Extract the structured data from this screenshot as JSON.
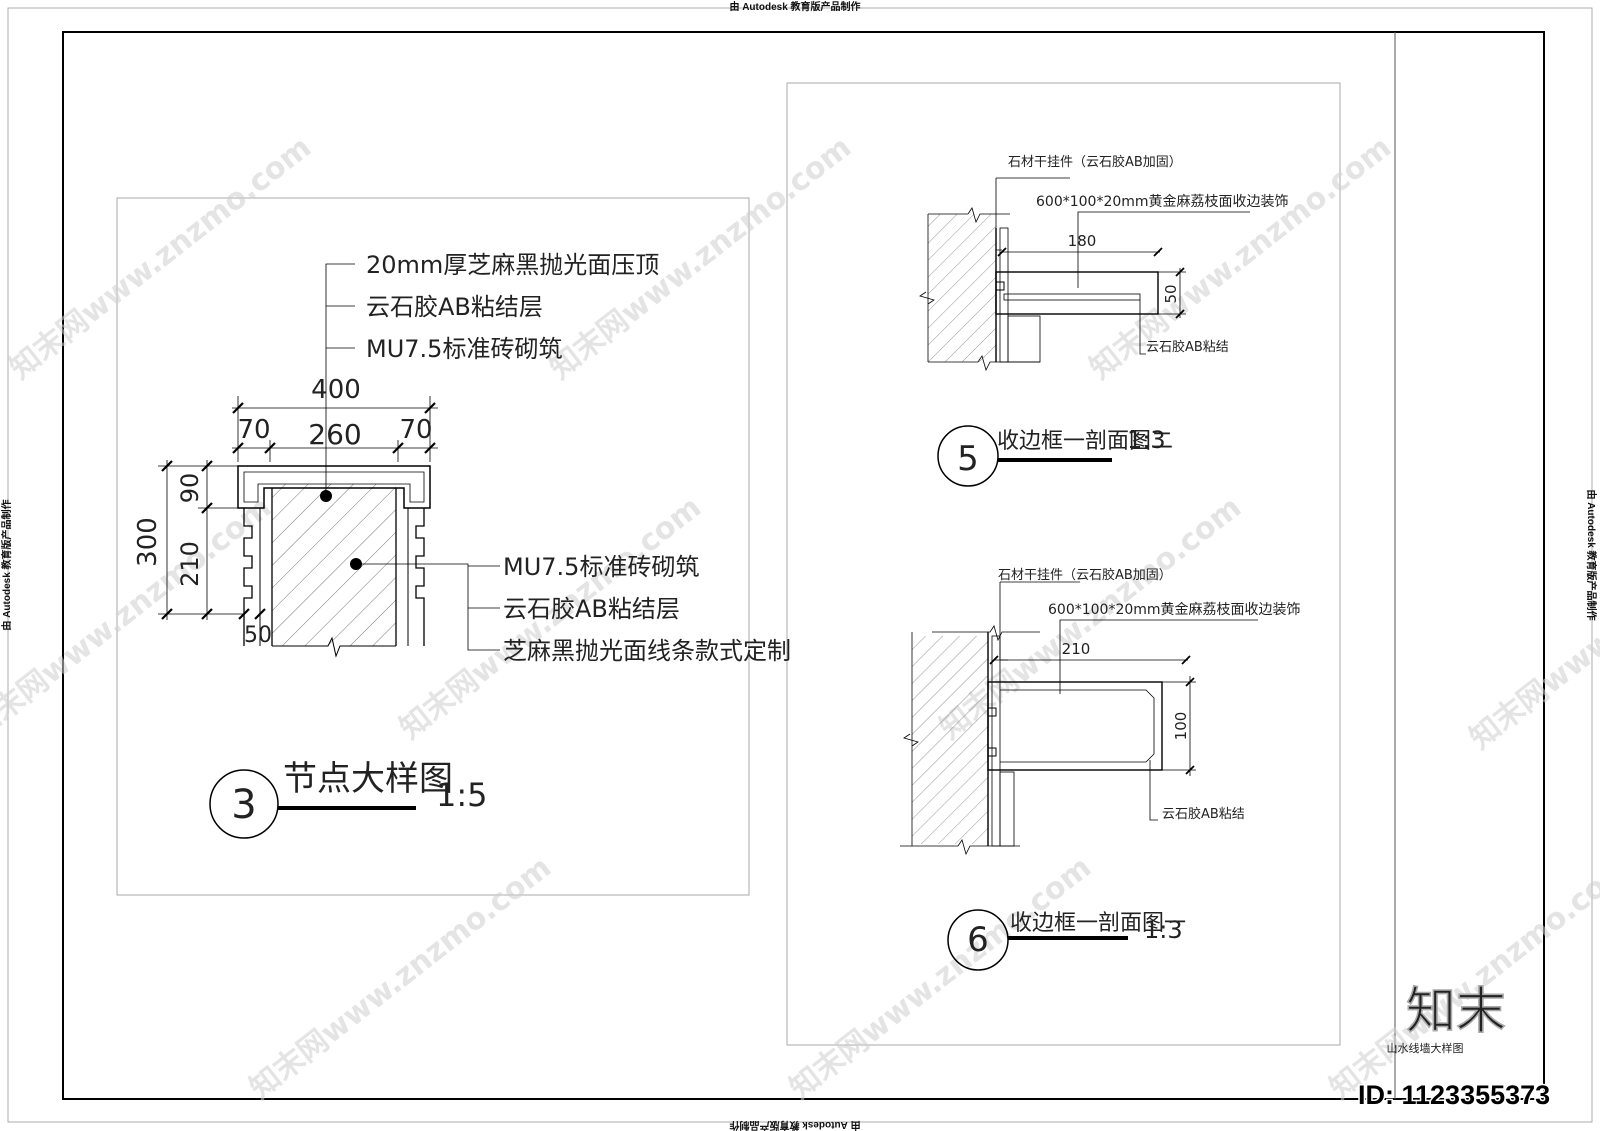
{
  "autodesk_notice": "由 Autodesk 教育版产品制作",
  "watermark": "知末网www.znzmo.com",
  "logo_text": "知末",
  "sheet_title": "山水线墙大样图",
  "id_label": "ID: 1123355373",
  "detail3": {
    "number": "3",
    "title": "节点大样图",
    "scale": "1:5",
    "callouts_top": [
      "20mm厚芝麻黑抛光面压顶",
      "云石胶AB粘结层",
      "MU7.5标准砖砌筑"
    ],
    "callouts_mid": [
      "MU7.5标准砖砌筑",
      "云石胶AB粘结层",
      "芝麻黑抛光面线条款式定制"
    ],
    "dim_total": "400",
    "dim_left": "70",
    "dim_mid": "260",
    "dim_right": "70",
    "dim_height": "300",
    "dim_top": "90",
    "dim_bottom": "210",
    "dim_base": "50"
  },
  "detail5": {
    "number": "5",
    "title": "收边框一剖面图二",
    "scale": "1:3",
    "note_hanger": "石材干挂件（云石胶AB加固）",
    "note_stone": "600*100*20mm黄金麻荔枝面收边装饰",
    "note_glue": "云石胶AB粘结",
    "dim_width": "180",
    "dim_height": "50"
  },
  "detail6": {
    "number": "6",
    "title": "收边框一剖面图一",
    "scale": "1:3",
    "note_hanger": "石材干挂件（云石胶AB加固）",
    "note_stone": "600*100*20mm黄金麻荔枝面收边装饰",
    "note_glue": "云石胶AB粘结",
    "dim_width": "210",
    "dim_height": "100"
  }
}
